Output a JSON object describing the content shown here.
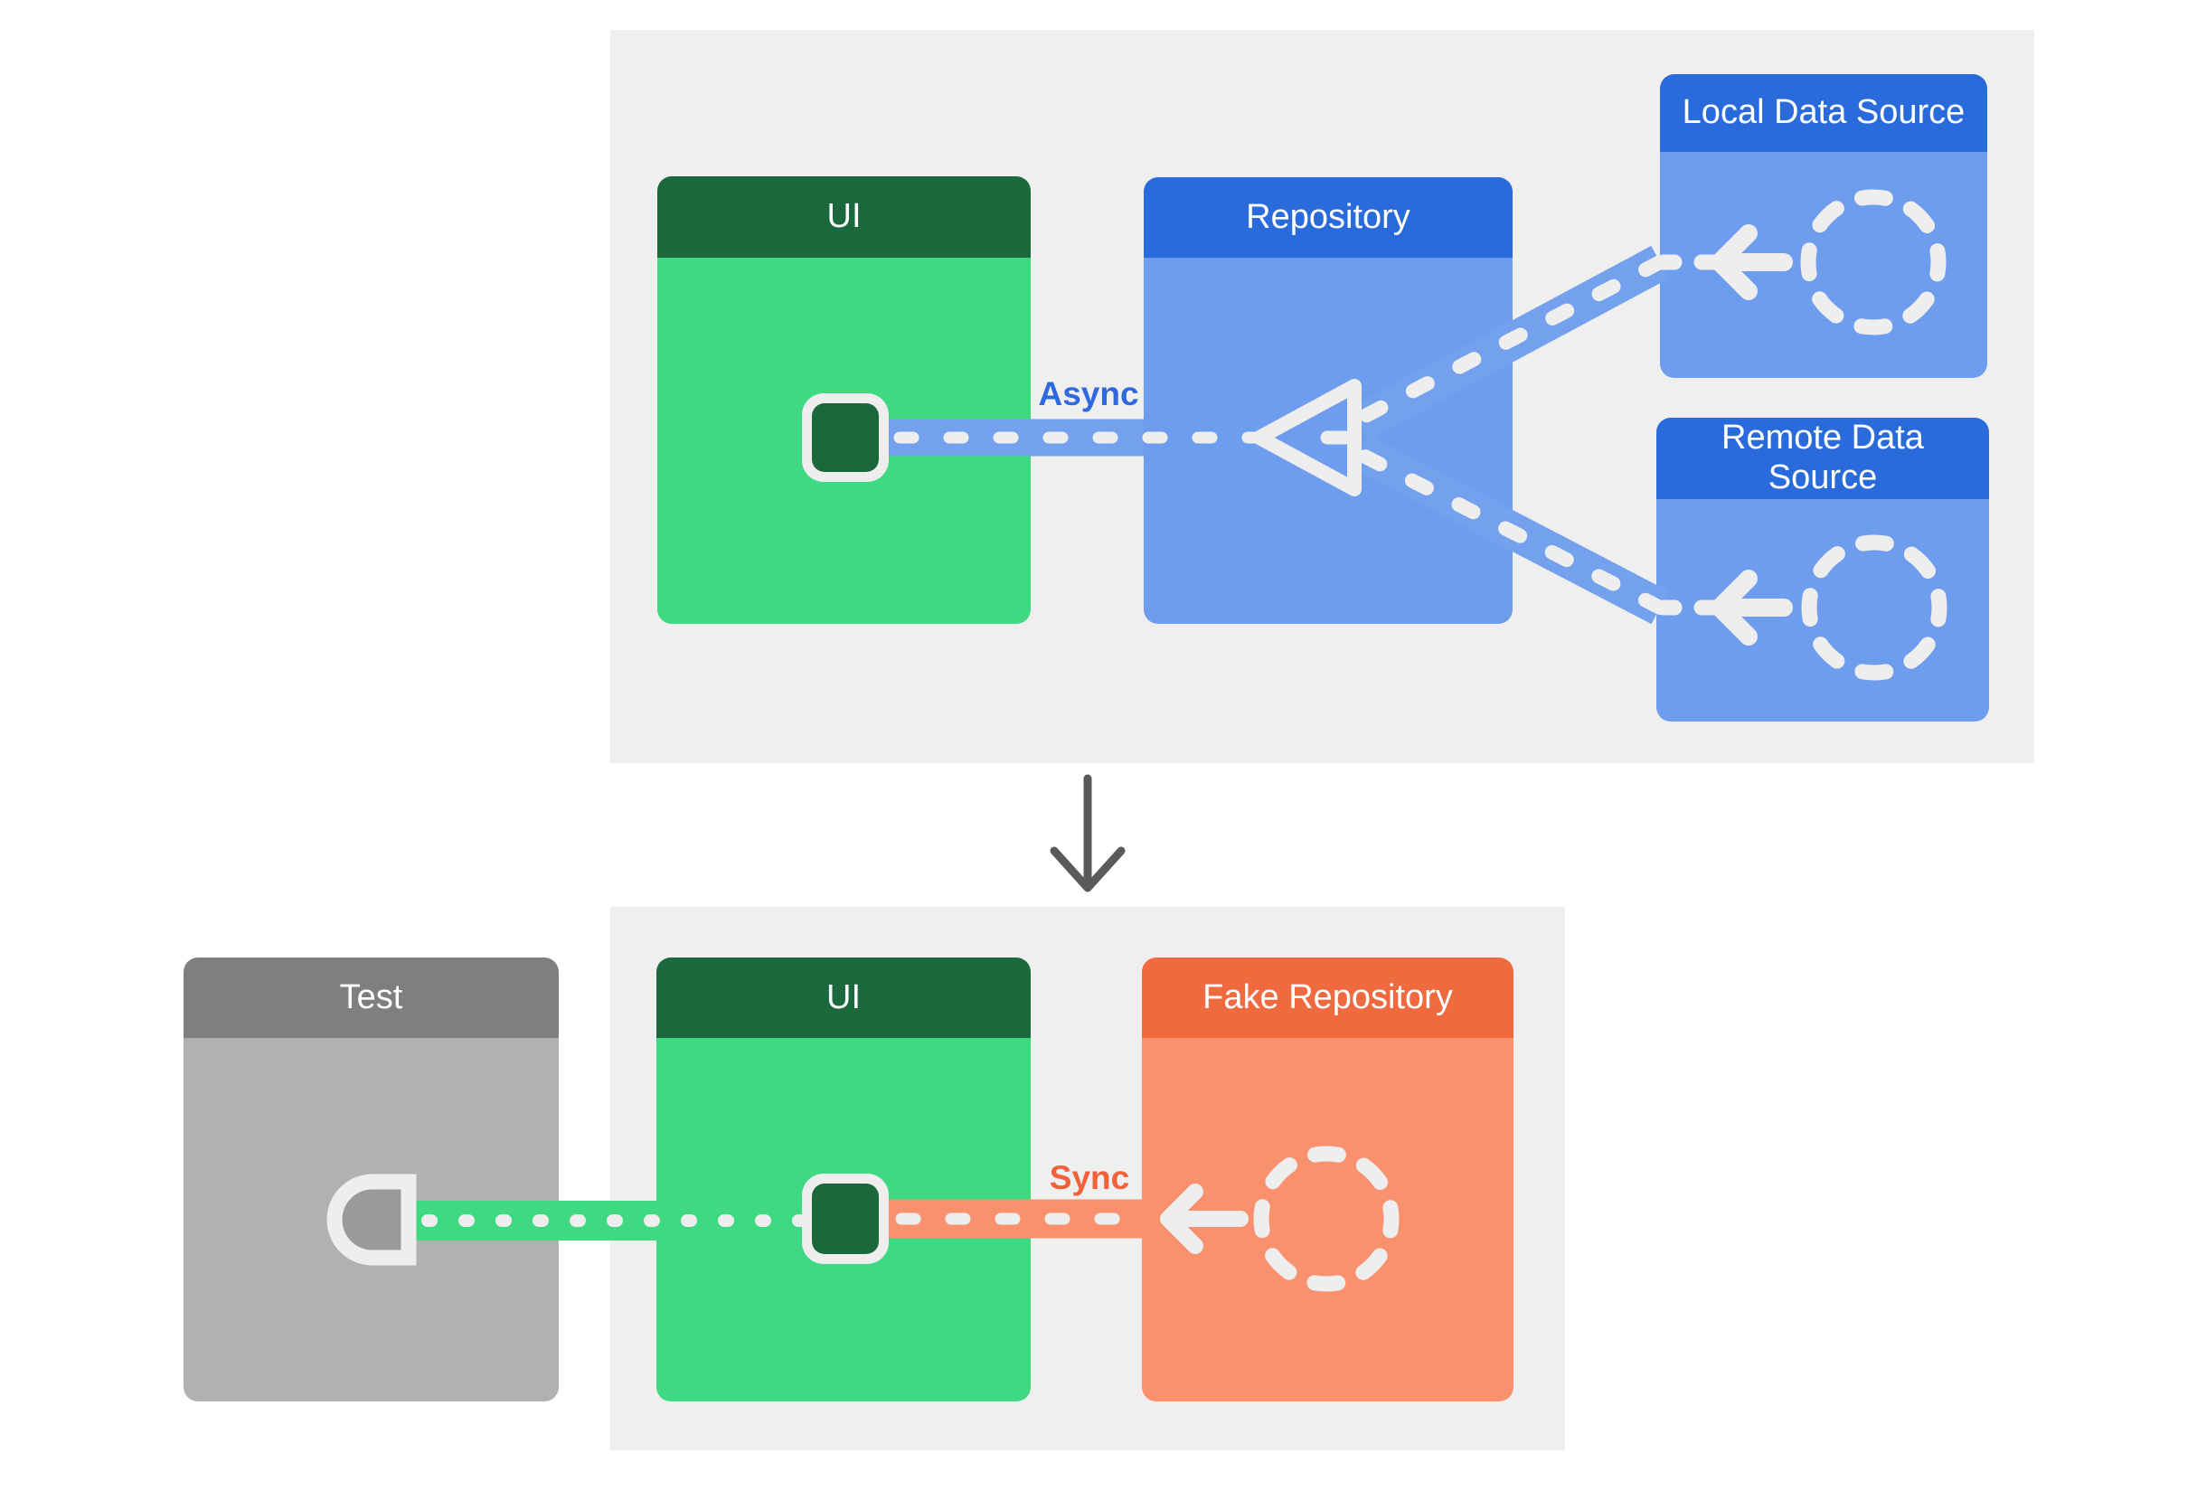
{
  "production_diagram": {
    "ui_card": {
      "title": "UI"
    },
    "repository_card": {
      "title": "Repository"
    },
    "local_data_source_card": {
      "title": "Local Data Source"
    },
    "remote_data_source_card": {
      "title": "Remote Data Source"
    },
    "async_label": "Async"
  },
  "test_diagram": {
    "test_card": {
      "title": "Test"
    },
    "ui_card": {
      "title": "UI"
    },
    "fake_repository_card": {
      "title": "Fake Repository"
    },
    "sync_label": "Sync"
  },
  "colors": {
    "green_header": "#1b683d",
    "green_body": "#3ed981",
    "blue_header": "#2a6bdb",
    "blue_body": "#6f9ded",
    "blue_band": "#74a1ee",
    "orange_header": "#f06a3f",
    "orange_body": "#f9916e",
    "gray_header": "#7f7f7f",
    "gray_body": "#b1b1b1",
    "socket_fill": "#9a9a9a",
    "panel_bg": "#efefef",
    "dash_color": "#eeeeee",
    "arrow_dark": "#5a5a5a",
    "async_color": "#2e6ade",
    "sync_color": "#f2613a",
    "title_color": "#ffffff"
  }
}
